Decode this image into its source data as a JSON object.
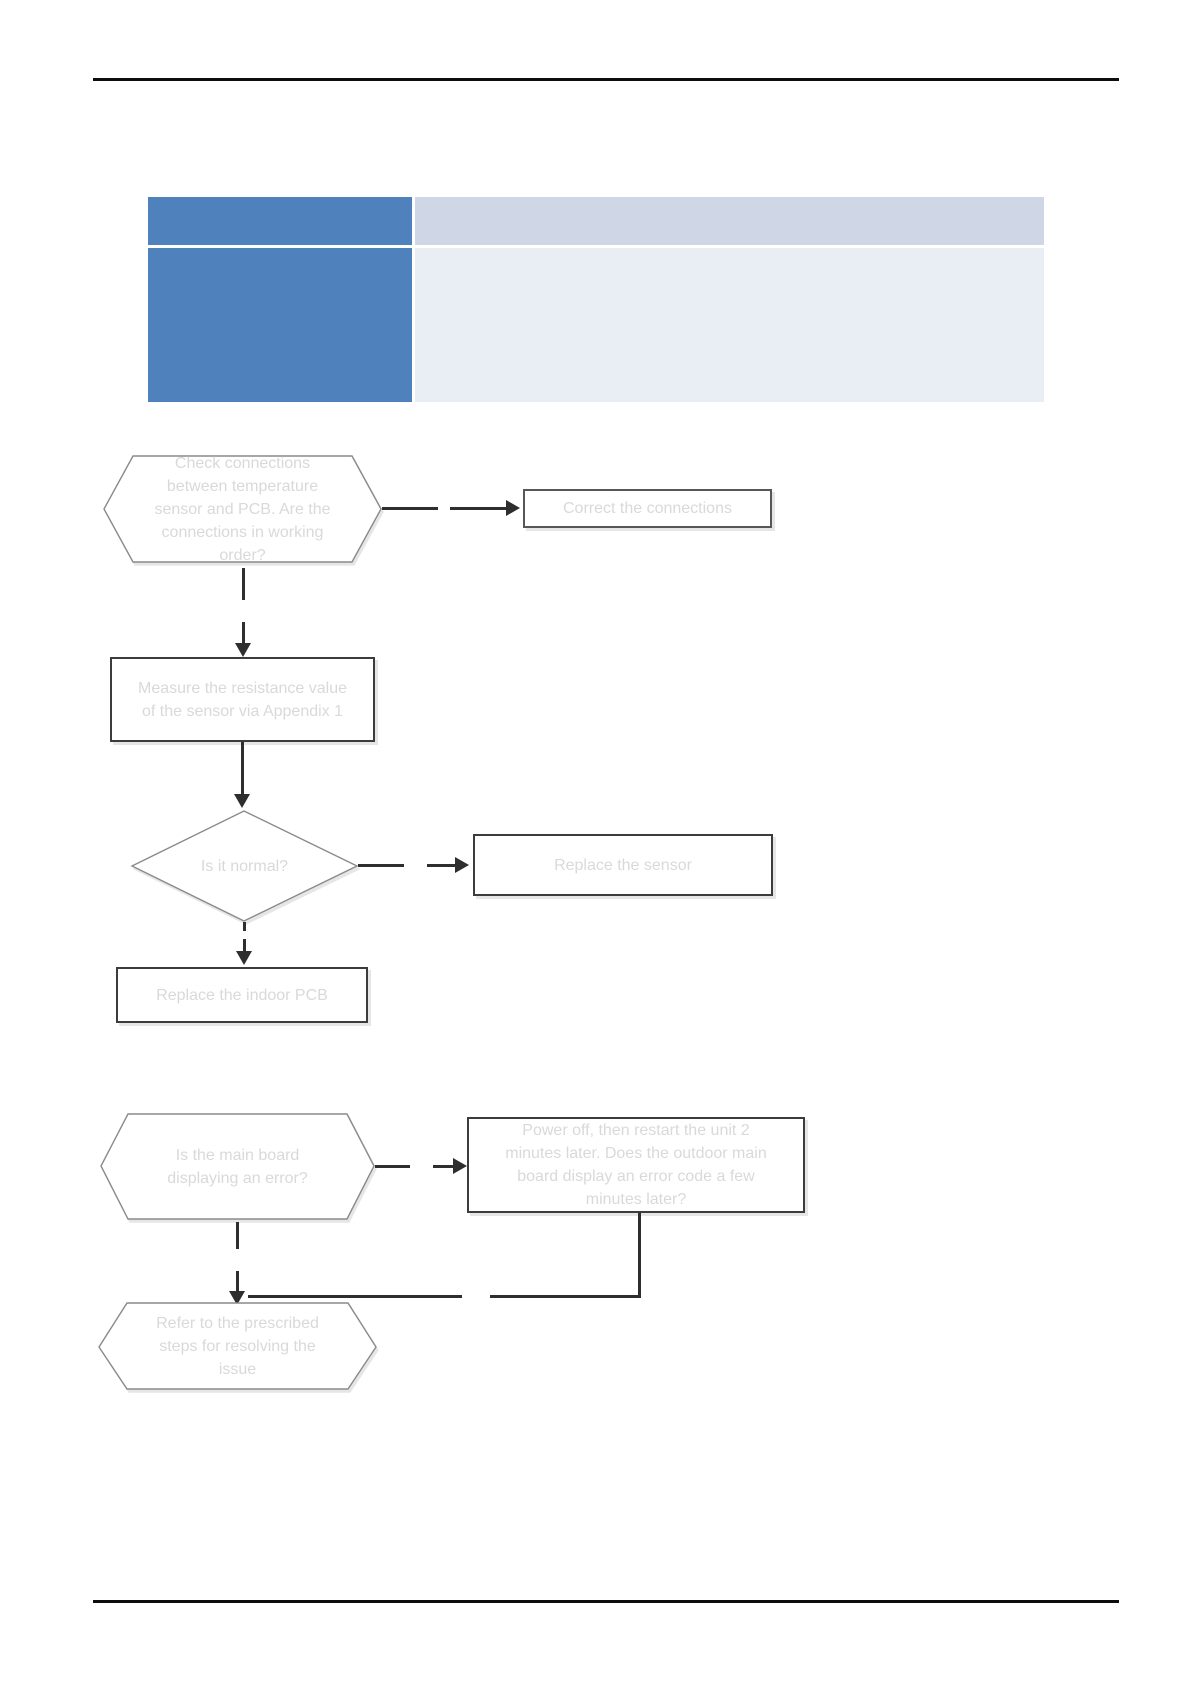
{
  "document": {
    "table": {
      "rows": [
        {
          "header": "",
          "content": ""
        },
        {
          "header": "",
          "content": ""
        }
      ]
    },
    "flowchart_sensor": {
      "check_connections_hexagon": "Check connections\nbetween temperature\nsensor and PCB. Are the\nconnections in working\norder?",
      "correct_connections_box": "Correct the connections",
      "measure_resistance_box": "Measure the resistance value\nof the sensor via Appendix 1",
      "is_it_normal_diamond": "Is it normal?",
      "replace_sensor_box": "Replace the sensor",
      "replace_indoor_pcb_box": "Replace the indoor PCB"
    },
    "flowchart_mainboard": {
      "main_board_error_hexagon": "Is the main board\ndisplaying an error?",
      "power_off_restart_box": "Power off, then restart the unit 2\nminutes later. Does the outdoor main\nboard display an error code a few\nminutes later?",
      "refer_steps_hexagon": "Refer to the prescribed\nsteps for resolving the\nissue"
    }
  },
  "colors": {
    "table_header_blue": "#4f81bd",
    "table_row1_fill": "#cfd7e7",
    "table_row2_fill": "#e9edf4",
    "shape_text_gray": "#d9d9d9",
    "connector_dark": "#2e2e2e",
    "shape_border_gray": "#8a8a8a"
  }
}
